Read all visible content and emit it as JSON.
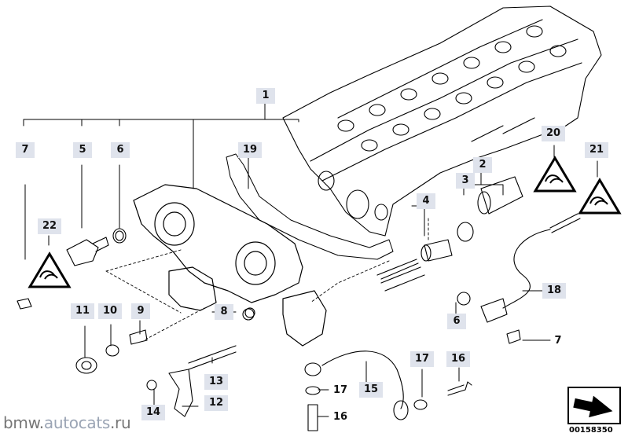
{
  "diagram": {
    "watermark": {
      "prefix": "bmw.",
      "site": "autocats",
      "suffix": ".ru"
    },
    "reference_number": "00158350",
    "part_numbers": {
      "n1": "1",
      "n2": "2",
      "n3": "3",
      "n4": "4",
      "n5": "5",
      "n6a": "6",
      "n6b": "6",
      "n7a": "7",
      "n7b": "7",
      "n8": "8",
      "n9": "9",
      "n10": "10",
      "n11": "11",
      "n12": "12",
      "n13": "13",
      "n14": "14",
      "n15": "15",
      "n16a": "16",
      "n16b": "16",
      "n17a": "17",
      "n17b": "17",
      "n18": "18",
      "n19": "19",
      "n20": "20",
      "n21": "21",
      "n22": "22"
    },
    "icons": [
      "warning-triangle-icon",
      "next-page-arrow-icon"
    ],
    "colors": {
      "label_bg": "#dfe3ec",
      "line": "#000000",
      "watermark": "#777777"
    }
  }
}
